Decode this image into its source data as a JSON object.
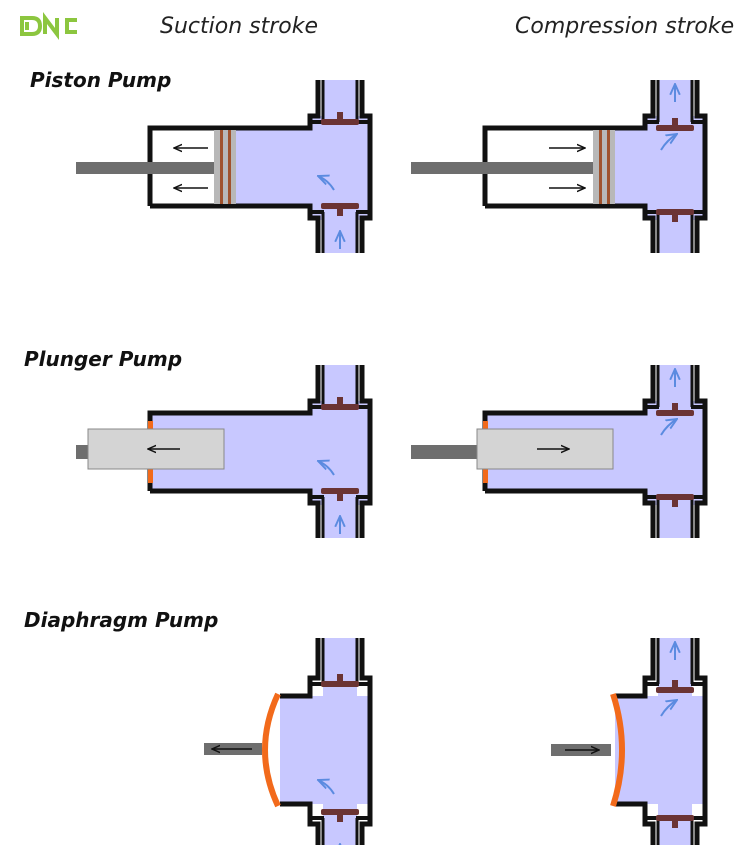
{
  "logo": {
    "text": "DNC"
  },
  "headers": {
    "suction": "Suction stroke",
    "compression": "Compression stroke"
  },
  "rows": [
    {
      "id": "piston",
      "label": "Piston Pump"
    },
    {
      "id": "plunger",
      "label": "Plunger Pump"
    },
    {
      "id": "diaphragm",
      "label": "Diaphragm Pump"
    }
  ],
  "colors": {
    "fluid": "#c8c8ff",
    "wall": "#111111",
    "rod": "#6e6e6e",
    "plunger": "#d4d4d4",
    "valve": "#6b3434",
    "diaphragm": "#f26a1b",
    "flow_arrow": "#5b8be0",
    "logo_green": "#8cc63f"
  }
}
